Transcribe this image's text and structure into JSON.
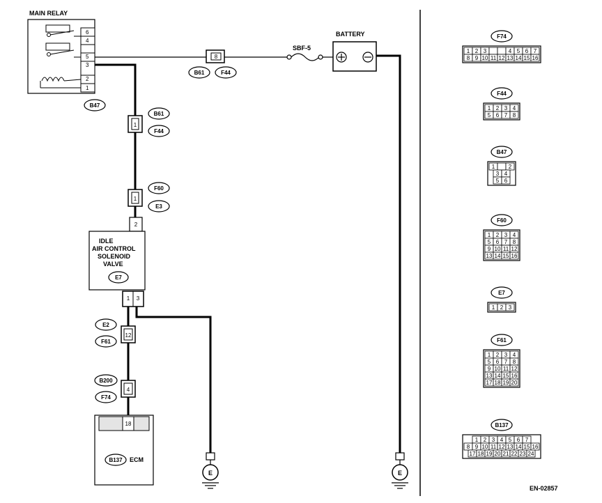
{
  "main_relay": {
    "label": "MAIN RELAY",
    "pins": [
      "6",
      "4",
      "5",
      "3",
      "2",
      "1"
    ],
    "connector": "B47"
  },
  "connectors": {
    "c8": {
      "pin": "8",
      "tags": [
        "B61",
        "F44"
      ]
    },
    "c1a": {
      "pin": "1",
      "tags": [
        "B61",
        "F44"
      ]
    },
    "c1b": {
      "pin": "1",
      "tags": [
        "F60",
        "E3"
      ]
    },
    "c2": {
      "pin": "2"
    },
    "c13": {
      "pins": [
        "1",
        "3"
      ]
    },
    "c12": {
      "pin": "12",
      "tags": [
        "E2",
        "F61"
      ]
    },
    "c4": {
      "pin": "4",
      "tags": [
        "B200",
        "F74"
      ]
    },
    "c18": {
      "pin": "18"
    }
  },
  "fuse": {
    "label": "SBF-5"
  },
  "battery": {
    "label": "BATTERY"
  },
  "iacv": {
    "lines": [
      "IDLE",
      "AIR CONTROL",
      "SOLENOID",
      "VALVE"
    ],
    "connector": "E7"
  },
  "ecm": {
    "connector": "B137",
    "label": "ECM"
  },
  "grounds": [
    "E",
    "E"
  ],
  "connector_faces": [
    {
      "name": "F74",
      "rows": [
        [
          "1",
          "2",
          "3",
          "",
          "",
          "4",
          "5",
          "6",
          "7"
        ],
        [
          "8",
          "9",
          "10",
          "11",
          "12",
          "13",
          "14",
          "15",
          "16"
        ]
      ]
    },
    {
      "name": "F44",
      "rows": [
        [
          "1",
          "2",
          "3",
          "4"
        ],
        [
          "5",
          "6",
          "7",
          "8"
        ]
      ]
    },
    {
      "name": "B47",
      "rows": [
        [
          "1",
          "",
          "2"
        ],
        [
          "3",
          "4"
        ],
        [
          "5",
          "6"
        ]
      ]
    },
    {
      "name": "F60",
      "rows": [
        [
          "1",
          "2",
          "3",
          "4"
        ],
        [
          "5",
          "6",
          "7",
          "8"
        ],
        [
          "9",
          "10",
          "11",
          "12"
        ],
        [
          "13",
          "14",
          "15",
          "16"
        ]
      ]
    },
    {
      "name": "E7",
      "rows": [
        [
          "1",
          "2",
          "3"
        ]
      ]
    },
    {
      "name": "F61",
      "rows": [
        [
          "1",
          "2",
          "3",
          "4"
        ],
        [
          "5",
          "6",
          "7",
          "8"
        ],
        [
          "9",
          "10",
          "11",
          "12"
        ],
        [
          "13",
          "14",
          "15",
          "16"
        ],
        [
          "17",
          "18",
          "19",
          "20"
        ]
      ]
    },
    {
      "name": "B137",
      "rows": [
        [
          "1",
          "2",
          "3",
          "4",
          "5",
          "6",
          "7"
        ],
        [
          "8",
          "9",
          "10",
          "11",
          "12",
          "13",
          "14",
          "15",
          "16"
        ],
        [
          "17",
          "18",
          "19",
          "20",
          "21",
          "22",
          "23",
          "24"
        ]
      ]
    }
  ],
  "figure_id": "EN-02857"
}
